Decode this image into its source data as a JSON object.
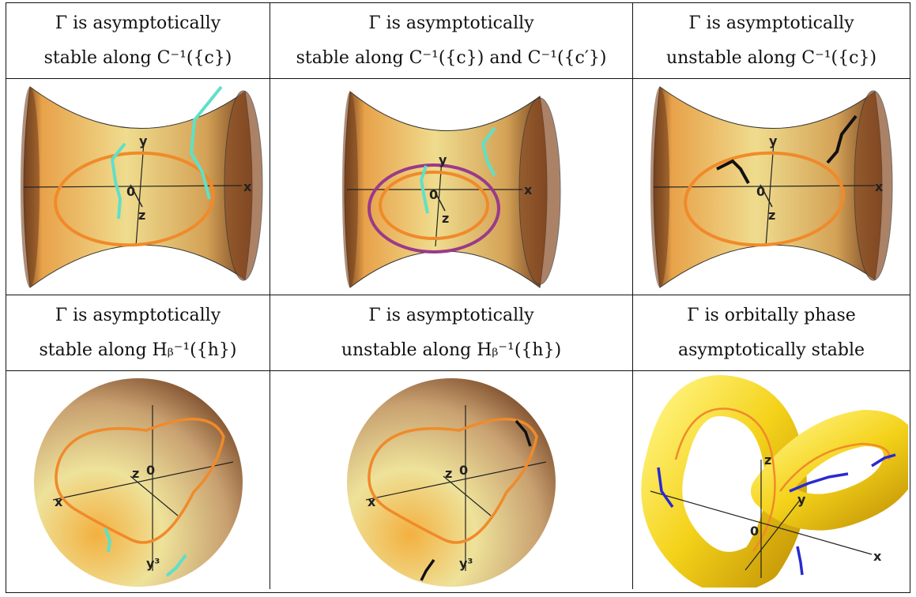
{
  "captions": {
    "r1c1_line1": "Γ is asymptotically",
    "r1c1_line2": "stable along C⁻¹({c})",
    "r1c2_line1": "Γ is asymptotically",
    "r1c2_line2": "stable along C⁻¹({c}) and C⁻¹({c′})",
    "r1c3_line1": "Γ is asymptotically",
    "r1c3_line2": "unstable along C⁻¹({c})",
    "r3c1_line1": "Γ is asymptotically",
    "r3c1_line2": "stable along Hᵦ⁻¹({h})",
    "r3c2_line1": "Γ is asymptotically",
    "r3c2_line2": "unstable along Hᵦ⁻¹({h})",
    "r3c3_line1": "Γ is orbitally phase",
    "r3c3_line2": "asymptotically stable"
  },
  "axis_labels": {
    "x": "x",
    "y": "y",
    "z": "z",
    "origin": "0",
    "y3": "y³"
  },
  "colors": {
    "surface_light": "#f2e29a",
    "surface_mid": "#e0b45a",
    "surface_dark": "#6b3a1c",
    "orbit_orange": "#f08a2a",
    "perturbed_cyan": "#5fe0c8",
    "orbit_purple": "#9a3a8a",
    "perturbed_black": "#111111",
    "torus_yellow": "#f4d21a",
    "perturbed_blue": "#2a2ad0"
  }
}
